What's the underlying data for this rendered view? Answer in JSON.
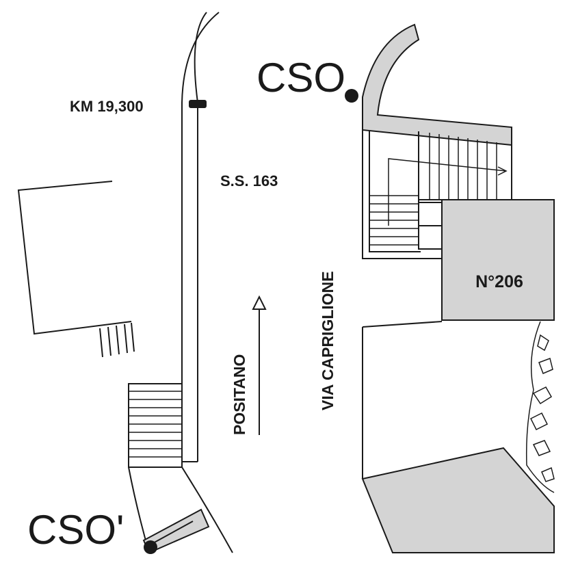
{
  "labels": {
    "cso": "CSO",
    "cso_prime": "CSO'",
    "km": "KM 19,300",
    "road": "S.S. 163",
    "via": "VIA CAPRIGLIONE",
    "direction": "POSITANO",
    "building": "N°206"
  },
  "colors": {
    "line": "#1a1a1a",
    "building_fill": "#d4d4d4",
    "background": "#ffffff"
  }
}
